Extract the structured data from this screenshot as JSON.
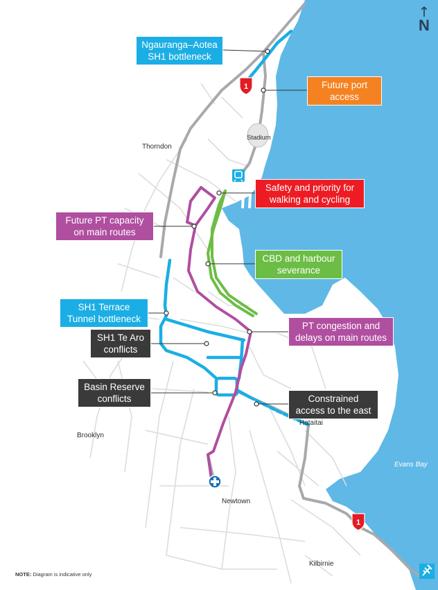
{
  "north_label": "N",
  "note": {
    "prefix": "NOTE:",
    "text": " Diagram is indicative only"
  },
  "places": {
    "thorndon": "Thorndon",
    "stadium": "Stadium",
    "brooklyn": "Brooklyn",
    "newtown": "Newtown",
    "hataitai": "Hataitai",
    "kilbirnie": "Kilbirnie",
    "evans_bay": "Evans Bay"
  },
  "highway_shield_number": "1",
  "callouts": {
    "ngauranga": {
      "lines": [
        "Ngauranga–Aotea",
        "SH1 bottleneck"
      ],
      "color": "#1baee4"
    },
    "port": {
      "lines": [
        "Future port",
        "access"
      ],
      "color": "#f58220"
    },
    "safety": {
      "lines": [
        "Safety and priority for",
        "walking and cycling"
      ],
      "color": "#ed1c24"
    },
    "pt_capacity": {
      "lines": [
        "Future PT capacity",
        "on main routes"
      ],
      "color": "#b04ea0"
    },
    "cbd": {
      "lines": [
        "CBD and harbour",
        "severance"
      ],
      "color": "#6cbd45"
    },
    "terrace": {
      "lines": [
        "SH1 Terrace",
        "Tunnel bottleneck"
      ],
      "color": "#1baee4"
    },
    "pt_congestion": {
      "lines": [
        "PT congestion and",
        "delays on main routes"
      ],
      "color": "#b04ea0"
    },
    "te_aro": {
      "lines": [
        "SH1 Te Aro",
        "conflicts"
      ],
      "color": "#3a3a3a"
    },
    "basin": {
      "lines": [
        "Basin Reserve",
        "conflicts"
      ],
      "color": "#3a3a3a"
    },
    "east": {
      "lines": [
        "Constrained",
        "access to the east"
      ],
      "color": "#3a3a3a"
    }
  },
  "colors": {
    "water": "#5fb8e6",
    "road_major": "#a7a9ac",
    "road_minor": "#dcdcdc",
    "sh1": "#1baee4",
    "pt": "#b04ea0",
    "walking_cycling": "#6cbd45",
    "shield": "#e31b23"
  }
}
